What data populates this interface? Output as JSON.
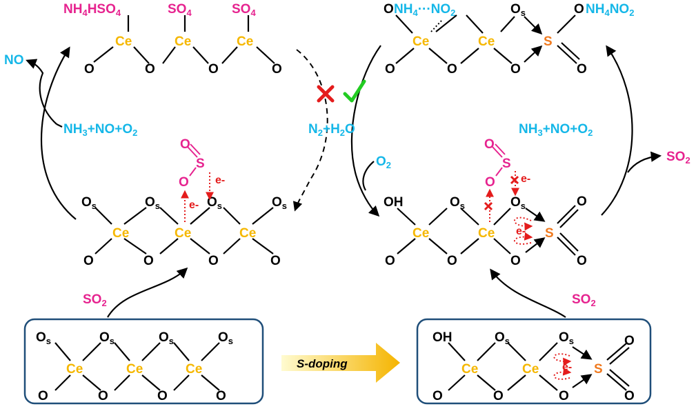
{
  "labels": {
    "ce": "Ce",
    "o": "O",
    "os_main": "O",
    "os_sub": "s",
    "oh": "OH",
    "s": "S",
    "so4": "SO",
    "so4_sub": "4",
    "nh4hso4_a": "NH",
    "nh4hso4_b": "4",
    "nh4hso4_c": "HSO",
    "nh4hso4_d": "4",
    "no": "NO",
    "nh3_no_o2": "NH3+NO+O2",
    "n2_h2o": "N2+H2O",
    "o2": "O2",
    "so2": "SO2",
    "nh4_no2": "NH4···NO2",
    "nh4no2": "NH4NO2",
    "electron": "e-",
    "s_doping": "S-doping"
  },
  "colors": {
    "ce": "#f5b700",
    "sulfur": "#f07a1f",
    "magenta": "#e6238f",
    "cyan": "#15b7e8",
    "red": "#e41c1c",
    "green": "#22cc22",
    "box_border": "#1f4e79",
    "arrow_gradient_start": "#fff7a8",
    "arrow_gradient_end": "#f5b400"
  },
  "icons": {
    "forbidden": "red-cross-mark-icon",
    "allowed": "green-check-mark-icon"
  }
}
